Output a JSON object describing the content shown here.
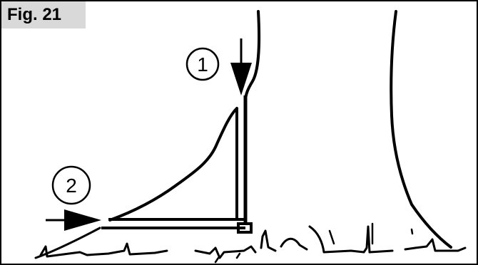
{
  "figure": {
    "label": "Fig. 21",
    "label_background": "#d9d9d9"
  },
  "callouts": [
    {
      "number": "1"
    },
    {
      "number": "2"
    }
  ],
  "icons": {
    "arrow_down": "arrow-down-icon",
    "arrow_right": "arrow-right-icon"
  },
  "colors": {
    "ink": "#000000",
    "paper": "#ffffff"
  }
}
